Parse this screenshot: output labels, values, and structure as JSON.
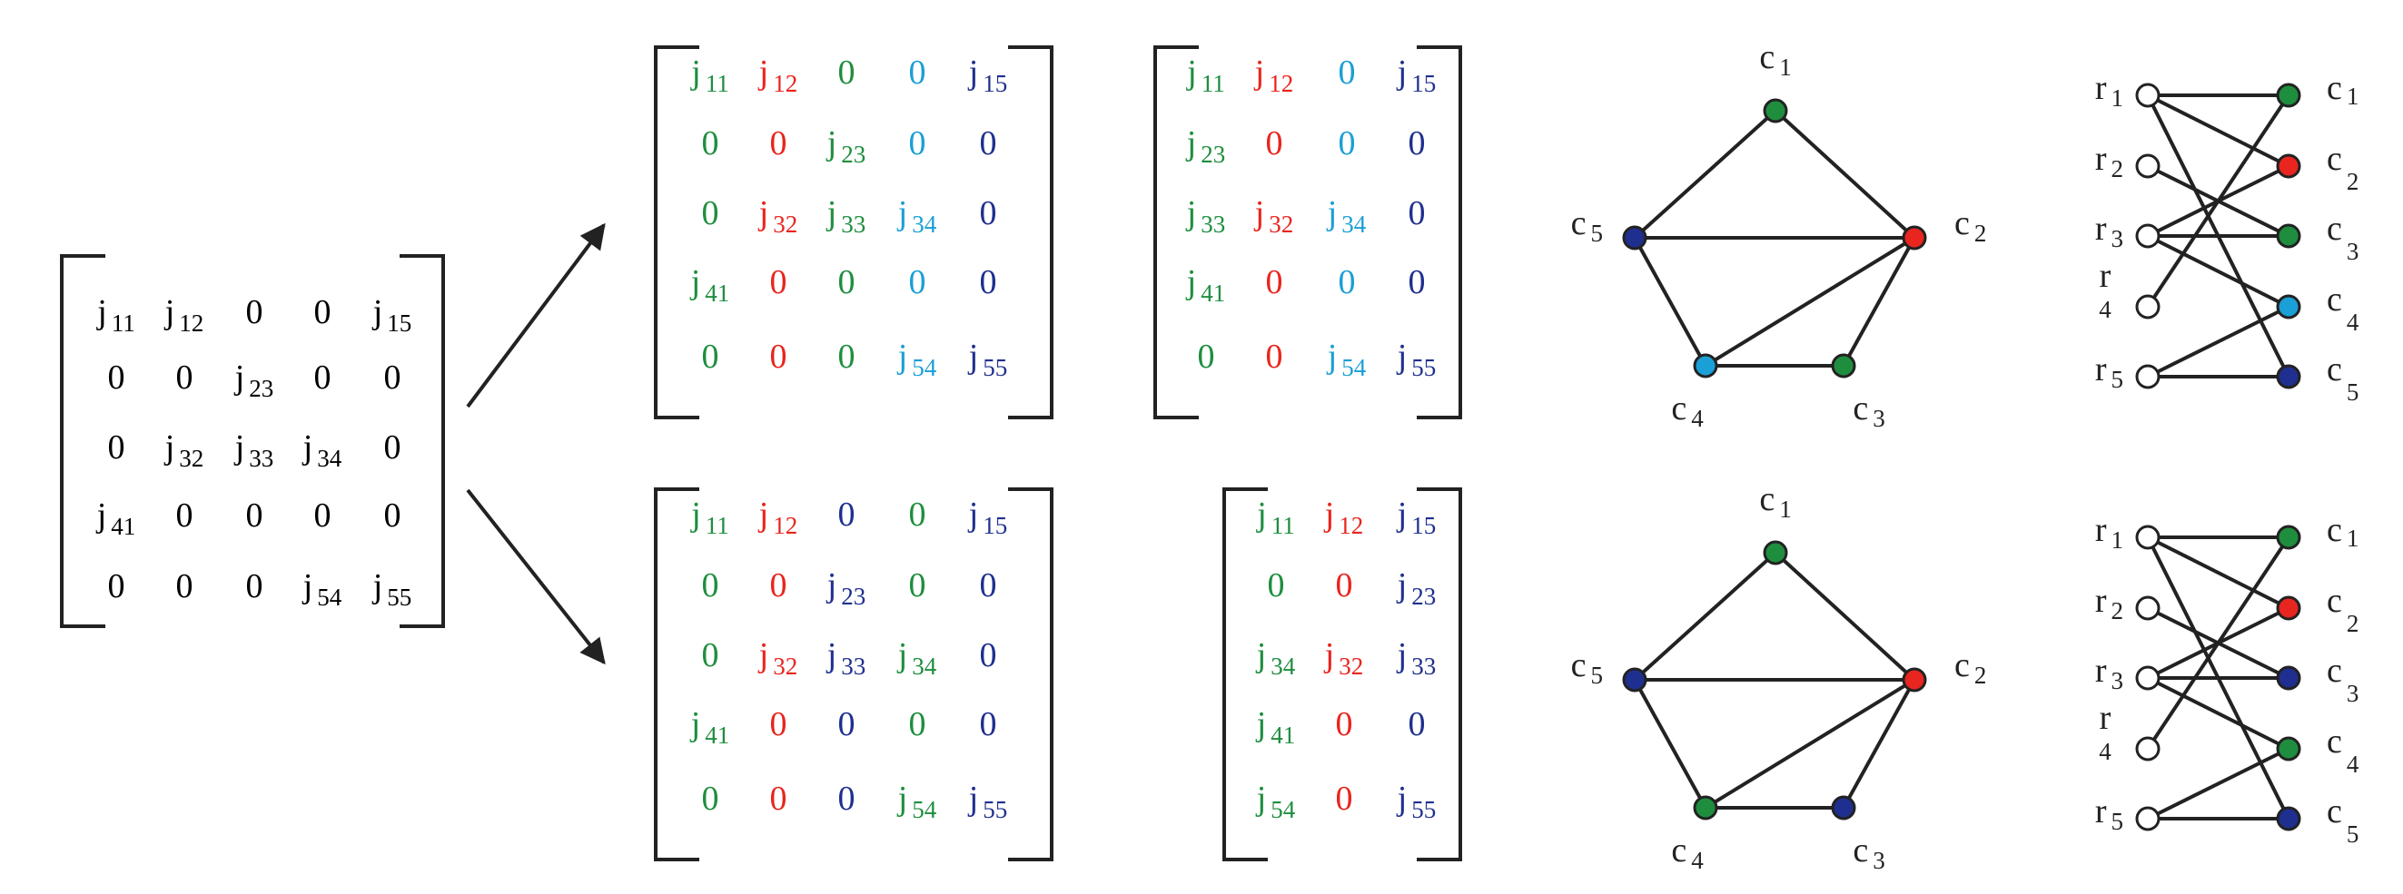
{
  "colors": {
    "black": "#222222",
    "green": "#1e8e3e",
    "red": "#e8251e",
    "light_blue": "#1a9fd6",
    "dark_blue": "#1f2f8f",
    "white": "#ffffff"
  },
  "source_matrix": {
    "rows": [
      [
        {
          "b": "j",
          "s": "11"
        },
        {
          "b": "j",
          "s": "12"
        },
        {
          "b": "0"
        },
        {
          "b": "0"
        },
        {
          "b": "j",
          "s": "15"
        }
      ],
      [
        {
          "b": "0"
        },
        {
          "b": "0"
        },
        {
          "b": "j",
          "s": "23"
        },
        {
          "b": "0"
        },
        {
          "b": "0"
        }
      ],
      [
        {
          "b": "0"
        },
        {
          "b": "j",
          "s": "32"
        },
        {
          "b": "j",
          "s": "33"
        },
        {
          "b": "j",
          "s": "34"
        },
        {
          "b": "0"
        }
      ],
      [
        {
          "b": "j",
          "s": "41"
        },
        {
          "b": "0"
        },
        {
          "b": "0"
        },
        {
          "b": "0"
        },
        {
          "b": "0"
        }
      ],
      [
        {
          "b": "0"
        },
        {
          "b": "0"
        },
        {
          "b": "0"
        },
        {
          "b": "j",
          "s": "54"
        },
        {
          "b": "j",
          "s": "55"
        }
      ]
    ]
  },
  "panels": [
    {
      "colored_matrix": {
        "rows": [
          [
            {
              "b": "j",
              "s": "11",
              "c": "green"
            },
            {
              "b": "j",
              "s": "12",
              "c": "red"
            },
            {
              "b": "0",
              "c": "green"
            },
            {
              "b": "0",
              "c": "light_blue"
            },
            {
              "b": "j",
              "s": "15",
              "c": "dark_blue"
            }
          ],
          [
            {
              "b": "0",
              "c": "green"
            },
            {
              "b": "0",
              "c": "red"
            },
            {
              "b": "j",
              "s": "23",
              "c": "green"
            },
            {
              "b": "0",
              "c": "light_blue"
            },
            {
              "b": "0",
              "c": "dark_blue"
            }
          ],
          [
            {
              "b": "0",
              "c": "green"
            },
            {
              "b": "j",
              "s": "32",
              "c": "red"
            },
            {
              "b": "j",
              "s": "33",
              "c": "green"
            },
            {
              "b": "j",
              "s": "34",
              "c": "light_blue"
            },
            {
              "b": "0",
              "c": "dark_blue"
            }
          ],
          [
            {
              "b": "j",
              "s": "41",
              "c": "green"
            },
            {
              "b": "0",
              "c": "red"
            },
            {
              "b": "0",
              "c": "green"
            },
            {
              "b": "0",
              "c": "light_blue"
            },
            {
              "b": "0",
              "c": "dark_blue"
            }
          ],
          [
            {
              "b": "0",
              "c": "green"
            },
            {
              "b": "0",
              "c": "red"
            },
            {
              "b": "0",
              "c": "green"
            },
            {
              "b": "j",
              "s": "54",
              "c": "light_blue"
            },
            {
              "b": "j",
              "s": "55",
              "c": "dark_blue"
            }
          ]
        ]
      },
      "compressed_matrix": {
        "rows": [
          [
            {
              "b": "j",
              "s": "11",
              "c": "green"
            },
            {
              "b": "j",
              "s": "12",
              "c": "red"
            },
            {
              "b": "0",
              "c": "light_blue"
            },
            {
              "b": "j",
              "s": "15",
              "c": "dark_blue"
            }
          ],
          [
            {
              "b": "j",
              "s": "23",
              "c": "green"
            },
            {
              "b": "0",
              "c": "red"
            },
            {
              "b": "0",
              "c": "light_blue"
            },
            {
              "b": "0",
              "c": "dark_blue"
            }
          ],
          [
            {
              "b": "j",
              "s": "33",
              "c": "green"
            },
            {
              "b": "j",
              "s": "32",
              "c": "red"
            },
            {
              "b": "j",
              "s": "34",
              "c": "light_blue"
            },
            {
              "b": "0",
              "c": "dark_blue"
            }
          ],
          [
            {
              "b": "j",
              "s": "41",
              "c": "green"
            },
            {
              "b": "0",
              "c": "red"
            },
            {
              "b": "0",
              "c": "light_blue"
            },
            {
              "b": "0",
              "c": "dark_blue"
            }
          ],
          [
            {
              "b": "0",
              "c": "green"
            },
            {
              "b": "0",
              "c": "red"
            },
            {
              "b": "j",
              "s": "54",
              "c": "light_blue"
            },
            {
              "b": "j",
              "s": "55",
              "c": "dark_blue"
            }
          ]
        ]
      },
      "graph": {
        "nodes": [
          {
            "b": "c",
            "s": "1",
            "c": "green"
          },
          {
            "b": "c",
            "s": "2",
            "c": "red"
          },
          {
            "b": "c",
            "s": "3",
            "c": "green"
          },
          {
            "b": "c",
            "s": "4",
            "c": "light_blue"
          },
          {
            "b": "c",
            "s": "5",
            "c": "dark_blue"
          }
        ],
        "edges": [
          [
            1,
            2
          ],
          [
            1,
            5
          ],
          [
            2,
            5
          ],
          [
            2,
            4
          ],
          [
            2,
            3
          ],
          [
            3,
            4
          ],
          [
            4,
            5
          ]
        ]
      },
      "bipartite": {
        "rows": [
          {
            "b": "r",
            "s": "1"
          },
          {
            "b": "r",
            "s": "2"
          },
          {
            "b": "r",
            "s": "3"
          },
          {
            "b": "r",
            "s": "4"
          },
          {
            "b": "r",
            "s": "5"
          }
        ],
        "cols": [
          {
            "b": "c",
            "s": "1",
            "c": "green"
          },
          {
            "b": "c",
            "s": "2",
            "c": "red"
          },
          {
            "b": "c",
            "s": "3",
            "c": "green"
          },
          {
            "b": "c",
            "s": "4",
            "c": "light_blue"
          },
          {
            "b": "c",
            "s": "5",
            "c": "dark_blue"
          }
        ],
        "edges": [
          [
            1,
            1
          ],
          [
            1,
            2
          ],
          [
            1,
            5
          ],
          [
            2,
            3
          ],
          [
            3,
            2
          ],
          [
            3,
            3
          ],
          [
            3,
            4
          ],
          [
            4,
            1
          ],
          [
            5,
            4
          ],
          [
            5,
            5
          ]
        ]
      }
    },
    {
      "colored_matrix": {
        "rows": [
          [
            {
              "b": "j",
              "s": "11",
              "c": "green"
            },
            {
              "b": "j",
              "s": "12",
              "c": "red"
            },
            {
              "b": "0",
              "c": "dark_blue"
            },
            {
              "b": "0",
              "c": "green"
            },
            {
              "b": "j",
              "s": "15",
              "c": "dark_blue"
            }
          ],
          [
            {
              "b": "0",
              "c": "green"
            },
            {
              "b": "0",
              "c": "red"
            },
            {
              "b": "j",
              "s": "23",
              "c": "dark_blue"
            },
            {
              "b": "0",
              "c": "green"
            },
            {
              "b": "0",
              "c": "dark_blue"
            }
          ],
          [
            {
              "b": "0",
              "c": "green"
            },
            {
              "b": "j",
              "s": "32",
              "c": "red"
            },
            {
              "b": "j",
              "s": "33",
              "c": "dark_blue"
            },
            {
              "b": "j",
              "s": "34",
              "c": "green"
            },
            {
              "b": "0",
              "c": "dark_blue"
            }
          ],
          [
            {
              "b": "j",
              "s": "41",
              "c": "green"
            },
            {
              "b": "0",
              "c": "red"
            },
            {
              "b": "0",
              "c": "dark_blue"
            },
            {
              "b": "0",
              "c": "green"
            },
            {
              "b": "0",
              "c": "dark_blue"
            }
          ],
          [
            {
              "b": "0",
              "c": "green"
            },
            {
              "b": "0",
              "c": "red"
            },
            {
              "b": "0",
              "c": "dark_blue"
            },
            {
              "b": "j",
              "s": "54",
              "c": "green"
            },
            {
              "b": "j",
              "s": "55",
              "c": "dark_blue"
            }
          ]
        ]
      },
      "compressed_matrix": {
        "rows": [
          [
            {
              "b": "j",
              "s": "11",
              "c": "green"
            },
            {
              "b": "j",
              "s": "12",
              "c": "red"
            },
            {
              "b": "j",
              "s": "15",
              "c": "dark_blue"
            }
          ],
          [
            {
              "b": "0",
              "c": "green"
            },
            {
              "b": "0",
              "c": "red"
            },
            {
              "b": "j",
              "s": "23",
              "c": "dark_blue"
            }
          ],
          [
            {
              "b": "j",
              "s": "34",
              "c": "green"
            },
            {
              "b": "j",
              "s": "32",
              "c": "red"
            },
            {
              "b": "j",
              "s": "33",
              "c": "dark_blue"
            }
          ],
          [
            {
              "b": "j",
              "s": "41",
              "c": "green"
            },
            {
              "b": "0",
              "c": "red"
            },
            {
              "b": "0",
              "c": "dark_blue"
            }
          ],
          [
            {
              "b": "j",
              "s": "54",
              "c": "green"
            },
            {
              "b": "0",
              "c": "red"
            },
            {
              "b": "j",
              "s": "55",
              "c": "dark_blue"
            }
          ]
        ]
      },
      "graph": {
        "nodes": [
          {
            "b": "c",
            "s": "1",
            "c": "green"
          },
          {
            "b": "c",
            "s": "2",
            "c": "red"
          },
          {
            "b": "c",
            "s": "3",
            "c": "dark_blue"
          },
          {
            "b": "c",
            "s": "4",
            "c": "green"
          },
          {
            "b": "c",
            "s": "5",
            "c": "dark_blue"
          }
        ],
        "edges": [
          [
            1,
            2
          ],
          [
            1,
            5
          ],
          [
            2,
            5
          ],
          [
            2,
            4
          ],
          [
            2,
            3
          ],
          [
            3,
            4
          ],
          [
            4,
            5
          ]
        ]
      },
      "bipartite": {
        "rows": [
          {
            "b": "r",
            "s": "1"
          },
          {
            "b": "r",
            "s": "2"
          },
          {
            "b": "r",
            "s": "3"
          },
          {
            "b": "r",
            "s": "4"
          },
          {
            "b": "r",
            "s": "5"
          }
        ],
        "cols": [
          {
            "b": "c",
            "s": "1",
            "c": "green"
          },
          {
            "b": "c",
            "s": "2",
            "c": "red"
          },
          {
            "b": "c",
            "s": "3",
            "c": "dark_blue"
          },
          {
            "b": "c",
            "s": "4",
            "c": "green"
          },
          {
            "b": "c",
            "s": "5",
            "c": "dark_blue"
          }
        ],
        "edges": [
          [
            1,
            1
          ],
          [
            1,
            2
          ],
          [
            1,
            5
          ],
          [
            2,
            3
          ],
          [
            3,
            2
          ],
          [
            3,
            3
          ],
          [
            3,
            4
          ],
          [
            4,
            1
          ],
          [
            5,
            4
          ],
          [
            5,
            5
          ]
        ]
      }
    }
  ]
}
